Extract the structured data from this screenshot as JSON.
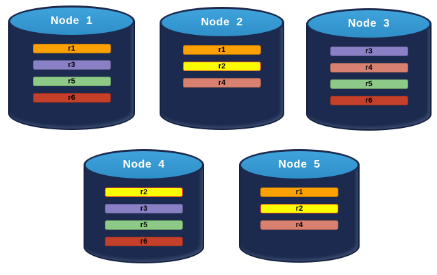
{
  "palette": {
    "background": "#FFFFFF",
    "cylinder_body": "#1B2A4E",
    "cylinder_outline": "#13203E",
    "cylinder_top": "#2F8FC9",
    "cylinder_top_light": "#3FA3DC",
    "title_text": "#FFFFFF",
    "bar_text": "#000000",
    "yellow_bar_border": "#E0442A"
  },
  "replica_colors": {
    "r1": "#FCA104",
    "r2": "#FCFC00",
    "r3": "#8980C6",
    "r4": "#D98170",
    "r5": "#8DC987",
    "r6": "#C5402A"
  },
  "nodes": [
    {
      "id": "node-1",
      "title": "Node  1",
      "replicas": [
        "r1",
        "r3",
        "r5",
        "r6"
      ]
    },
    {
      "id": "node-2",
      "title": "Node  2",
      "replicas": [
        "r1",
        "r2",
        "r4"
      ]
    },
    {
      "id": "node-3",
      "title": "Node  3",
      "replicas": [
        "r3",
        "r4",
        "r5",
        "r6"
      ]
    },
    {
      "id": "node-4",
      "title": "Node  4",
      "replicas": [
        "r2",
        "r3",
        "r5",
        "r6"
      ]
    },
    {
      "id": "node-5",
      "title": "Node  5",
      "replicas": [
        "r1",
        "r2",
        "r4"
      ]
    }
  ]
}
